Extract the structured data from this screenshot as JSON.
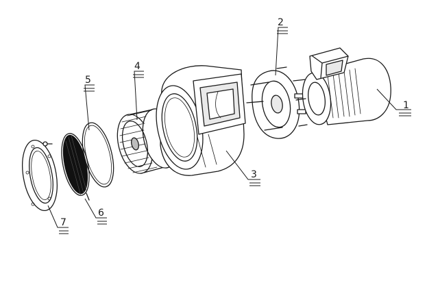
{
  "diagram": {
    "callouts": [
      {
        "id": "1",
        "label": "1"
      },
      {
        "id": "2",
        "label": "2"
      },
      {
        "id": "3",
        "label": "3"
      },
      {
        "id": "4",
        "label": "4"
      },
      {
        "id": "5",
        "label": "5"
      },
      {
        "id": "6",
        "label": "6"
      },
      {
        "id": "7",
        "label": "7"
      }
    ]
  },
  "colors": {
    "line": "#1a1a1a",
    "background": "#ffffff"
  }
}
